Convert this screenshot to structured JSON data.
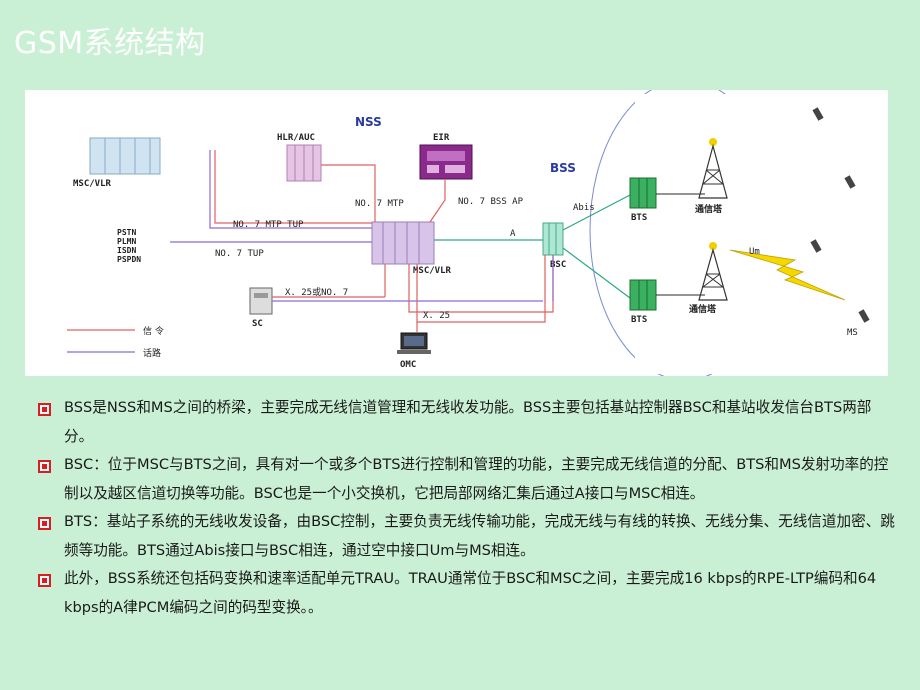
{
  "title": "GSM系统结构",
  "diagram": {
    "nss_label": "NSS",
    "bss_label": "BSS",
    "hlr_auc": "HLR/AUC",
    "eir": "EIR",
    "msc_vlr_left": "MSC/VLR",
    "msc_vlr_center": "MSC/VLR",
    "no7_mtp": "NO. 7  MTP",
    "no7_bss_ap": "NO. 7  BSS  AP",
    "no7_mtp_tup": "NO. 7  MTP  TUP",
    "no7_tup": "NO. 7  TUP",
    "networks": [
      "PSTN",
      "PLMN",
      "ISDN",
      "PSPDN"
    ],
    "x25_no7": "X. 25或NO. 7",
    "x25": "X. 25",
    "sc": "SC",
    "omc": "OMC",
    "a_interface": "A",
    "bsc": "BSC",
    "abis": "Abis",
    "bts_1": "BTS",
    "bts_2": "BTS",
    "tower_1": "通信塔",
    "tower_2": "通信塔",
    "um": "Um",
    "ms": "MS",
    "legend_signal": "信 令",
    "legend_voice": "话路",
    "colors": {
      "signal": "#e06060",
      "voice": "#8a6ad8",
      "bss_line": "#2aa88a",
      "bolt": "#f5d800"
    }
  },
  "bullets": [
    {
      "icon": "square-bullet-icon",
      "text": "BSS是NSS和MS之间的桥梁，主要完成无线信道管理和无线收发功能。BSS主要包括基站控制器BSC和基站收发信台BTS两部分。"
    },
    {
      "icon": "square-bullet-icon",
      "text": "BSC：位于MSC与BTS之间，具有对一个或多个BTS进行控制和管理的功能，主要完成无线信道的分配、BTS和MS发射功率的控制以及越区信道切换等功能。BSC也是一个小交换机，它把局部网络汇集后通过A接口与MSC相连。"
    },
    {
      "icon": "square-bullet-icon",
      "text": "BTS：基站子系统的无线收发设备，由BSC控制，主要负责无线传输功能，完成无线与有线的转换、无线分集、无线信道加密、跳频等功能。BTS通过Abis接口与BSC相连，通过空中接口Um与MS相连。"
    },
    {
      "icon": "square-bullet-icon",
      "text": "此外，BSS系统还包括码变换和速率适配单元TRAU。TRAU通常位于BSC和MSC之间，主要完成16 kbps的RPE-LTP编码和64 kbps的A律PCM编码之间的码型变换。。"
    }
  ]
}
